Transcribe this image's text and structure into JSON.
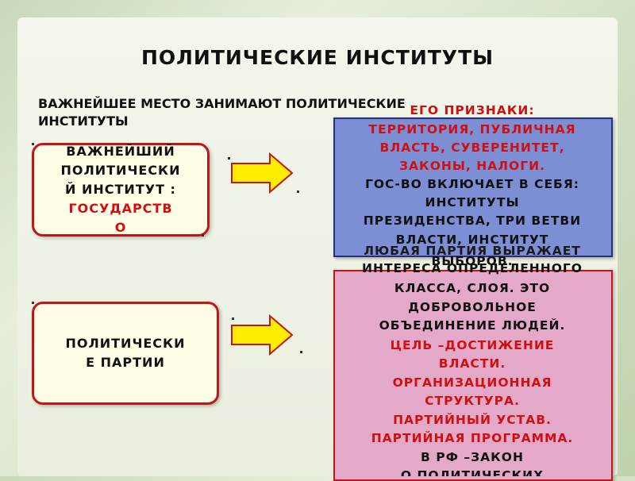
{
  "slide": {
    "title": "ПОЛИТИЧЕСКИЕ ИНСТИТУТЫ",
    "subtitle_line1": "ВАЖНЕЙШЕЕ МЕСТО  ЗАНИМАЮТ ПОЛИТИЧЕСКИЕ",
    "subtitle_line2": "ИНСТИТУТЫ"
  },
  "state_box": {
    "line1": "ВАЖНЕЙШИЙ",
    "line2": "ПОЛИТИЧЕСКИ",
    "line3": "Й ИНСТИТУТ :",
    "line4": "ГОСУДАРСТВ",
    "line5": "О"
  },
  "party_box": {
    "line1": "ПОЛИТИЧЕСКИ",
    "line2": "Е ПАРТИИ"
  },
  "state_details": {
    "heading": "ЕГО ПРИЗНАКИ:",
    "line1": "ТЕРРИТОРИЯ,  ПУБЛИЧНАЯ",
    "line2": "ВЛАСТЬ, СУВЕРЕНИТЕТ,",
    "line3": "ЗАКОНЫ, НАЛОГИ.",
    "line4": "ГОС-ВО  ВКЛЮЧАЕТ В СЕБЯ:",
    "line5": "ИНСТИТУТЫ",
    "line6": "ПРЕЗИДЕНСТВА, ТРИ ВЕТВИ",
    "line7": "ВЛАСТИ, ИНСТИТУТ",
    "line8": "ВЫБОРОВ."
  },
  "party_details": {
    "line1": "ЛЮБАЯ ПАРТИЯ ВЫРАЖАЕТ",
    "line2": "ИНТЕРЕСА ОПРЕДЕЛЕННОГО",
    "line3": "КЛАССА, СЛОЯ. ЭТО",
    "line4": "ДОБРОВОЛЬНОЕ",
    "line5": "ОБЪЕДИНЕНИЕ ЛЮДЕЙ.",
    "line6": "ЦЕЛЬ –ДОСТИЖЕНИЕ",
    "line7": "ВЛАСТИ.",
    "line8": "ОРГАНИЗАЦИОННАЯ",
    "line9": "СТРУКТУРА.",
    "line10": "ПАРТИЙНЫЙ УСТАВ.",
    "line11": "ПАРТИЙНАЯ ПРОГРАММА.",
    "line12": "В РФ –ЗАКОН",
    "line13": "О ПОЛИТИЧЕСКИХ"
  },
  "colors": {
    "accent_red": "#d01010",
    "arrow_fill": "#ffee00",
    "arrow_stroke": "#c01818",
    "blue_box": "#7c8fd4",
    "pink_box": "#e4a9c8"
  }
}
